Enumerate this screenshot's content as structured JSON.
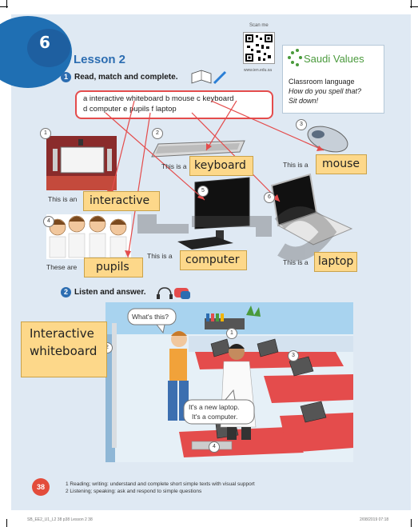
{
  "page": {
    "unit_glyph": "6",
    "qr_label": "Scan me",
    "qr_url": "www.ien.edu.sa",
    "lesson_title": "Lesson 2",
    "page_number": "38",
    "accent": "#2c6db1",
    "highlight": "#fdd88a",
    "line_color": "#e44c4c"
  },
  "exercise1": {
    "number": "1",
    "instruction": "Read, match and complete.",
    "word_box": {
      "line1": "a interactive whiteboard   b mouse   c keyboard",
      "line2": "d computer   e pupils   f laptop"
    },
    "items": [
      {
        "num": "1",
        "caption": "This is an",
        "answer": "interactive"
      },
      {
        "num": "2",
        "caption": "This is a",
        "answer": "keyboard"
      },
      {
        "num": "3",
        "caption": "This is a",
        "answer": "mouse"
      },
      {
        "num": "4",
        "caption": "These are",
        "answer": "pupils"
      },
      {
        "num": "5",
        "caption": "This is a",
        "answer": "computer"
      },
      {
        "num": "6",
        "caption": "This is a",
        "answer": "laptop"
      }
    ]
  },
  "saudi_values": {
    "title": "Saudi Values",
    "line1": "Classroom language",
    "line2": "How do you spell that?",
    "line3": "Sit down!"
  },
  "exercise2": {
    "number": "2",
    "instruction": "Listen and answer.",
    "bubble1": "What's this?",
    "bubble2_line1": "It's a new laptop.",
    "bubble2_line2": "It's a computer.",
    "scene_nums": [
      "1",
      "2",
      "3",
      "4"
    ],
    "answer": "Interactive whiteboard"
  },
  "footer": {
    "line1": "1  Reading; writing: understand and complete short simple texts with visual support",
    "line2": "2  Listening; speaking: ask and respond to simple questions",
    "slug_left": "SB_EE2_U1_L2  38   p38  Lesson 2  38",
    "slug_right": "2/08/2019  07:18"
  }
}
